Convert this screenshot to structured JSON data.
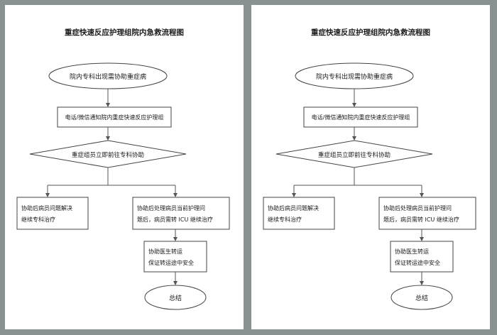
{
  "pages": [
    {
      "title": "重症快速反应护理组院内急救流程图",
      "nodes": {
        "start": "院内专科出现需协助重症病",
        "notify": "电话/微信通知院内重症快速反应护理组",
        "decision": "重症组员立即前往专科协助",
        "left_line1": "协助后病员问题解决",
        "left_line2": "继续专科治疗",
        "right_line1": "协助后处理病员当前护理问",
        "right_line2": "题后，病员需转 ICU 继续治疗",
        "transfer_line1": "协助医生转运",
        "transfer_line2": "保证转运途中安全",
        "end": "总结"
      }
    },
    {
      "title": "重症快速反应护理组院内急救流程图",
      "nodes": {
        "start": "院内专科出现需协助重症病",
        "notify": "电话/微信通知院内重症快速反应护理组",
        "decision": "重症组员立即前往专科协助",
        "left_line1": "协助后病员问题解决",
        "left_line2": "继续专科治疗",
        "right_line1": "协助后处理病员当前护理问",
        "right_line2": "题后，病员需转 ICU 继续治疗",
        "transfer_line1": "协助医生转运",
        "transfer_line2": "保证转运途中安全",
        "end": "总结"
      }
    }
  ]
}
